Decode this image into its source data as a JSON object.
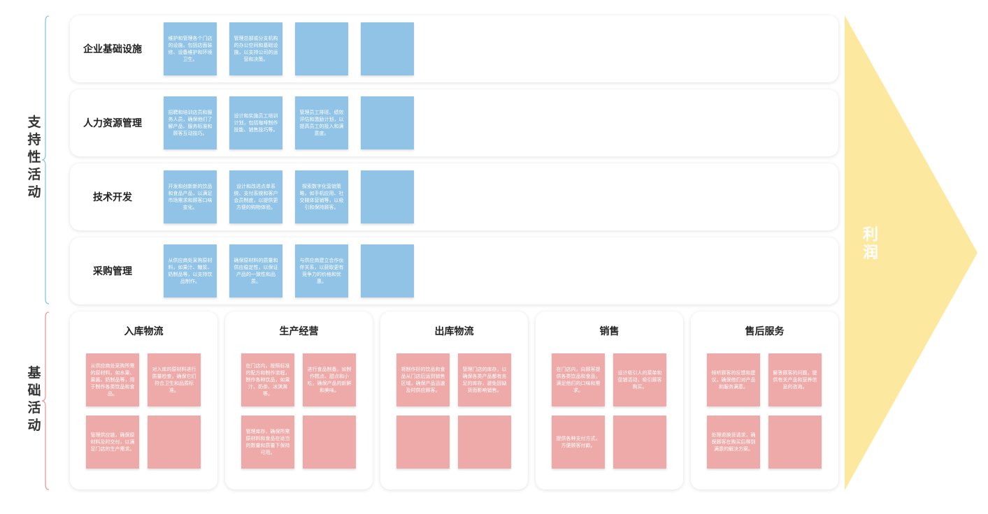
{
  "groups": {
    "support_label": [
      "支",
      "持",
      "性",
      "活",
      "动"
    ],
    "primary_label": [
      "基",
      "础",
      "活",
      "动"
    ]
  },
  "margin_label": [
    "利",
    "润"
  ],
  "support_rows": [
    {
      "title": "企业基础设施",
      "notes": [
        "维护和管理各个门店的设施，包括店面装修、设备维护和环境卫生。",
        "管理总部或分支机构的办公空间和基础设施，以支持公司的运营和决策。",
        "",
        ""
      ]
    },
    {
      "title": "人力资源管理",
      "notes": [
        "招聘和培训店员和服务人员，确保他们了解产品、服务标准和顾客互动技巧。",
        "设计和实施员工培训计划，包括咖啡制作技能、销售技巧等。",
        "管理员工排班、绩效评估和激励计划，以提高员工的投入和满意度。",
        ""
      ]
    },
    {
      "title": "技术开发",
      "notes": [
        "开发和创新新的饮品和食品产品，以满足市场需求和顾客口味变化。",
        "设计和改进点单系统、支付系统和客户会员制度，以提供更方便的购物体验。",
        "探索数字化营销策略，如手机应用、社交媒体营销等，以吸引和保持顾客。",
        ""
      ]
    },
    {
      "title": "采购管理",
      "notes": [
        "从供应商处采购原材料，如果汁、糖浆、奶制品等，以支持饮品制作。",
        "确保原材料的质量和供应稳定性，以保证产品的一致性和品质。",
        "与供应商建立合作伙伴关系，以获取更有竞争力的价格和优惠。",
        ""
      ]
    }
  ],
  "primary_columns": [
    {
      "title": "入库物流",
      "notes": [
        "从供应商处采购所需的原材料，如水果、果酱、奶制品等，用于制作各类饮品和食品。",
        "对入库的原材料进行质量检查，确保它们符合卫生和品质标准。",
        "管理供应链，确保原材料及时交付，以满足门店的生产需求。",
        ""
      ]
    },
    {
      "title": "生产经营",
      "notes": [
        "在门店内，按照标准的配方和制作流程，制作各种饮品，如果汁、奶茶、冰淇淋等。",
        "进行食品制备，如制作糕点、甜点和小吃，确保产品的新鲜和美味。",
        "管理库存，确保所需原材料和食品在适当的数量和质量下保持可用。",
        ""
      ]
    },
    {
      "title": "出库物流",
      "notes": [
        "将制作好的饮品和食品从门店后运到销售区域，确保产品迅速及时供应顾客。",
        "管理门店的库存，以确保各类产品都有充足的库存，避免因缺货而影响销售。",
        "",
        ""
      ]
    },
    {
      "title": "销售",
      "notes": [
        "在门店内，向顾客提供各类饮品和食品，满足他们的口味和需求。",
        "设计吸引人的菜单和促销活动，吸引顾客购买。",
        "提供各种支付方式，方便顾客付款。",
        ""
      ]
    },
    {
      "title": "售后服务",
      "notes": [
        "倾听顾客的反馈和建议，确保他们对产品和服务满意。",
        "解答顾客的问题，提供有关产品和营养信息的咨询。",
        "处理退换货请求，确保顾客在购买后得到满意的解决方案。",
        ""
      ]
    }
  ],
  "colors": {
    "support_note": "#90c3e6",
    "primary_note": "#eeaaa9",
    "margin_arrow": "#fde89f",
    "support_brace": "#8cc2e0",
    "primary_brace": "#e99a98"
  }
}
